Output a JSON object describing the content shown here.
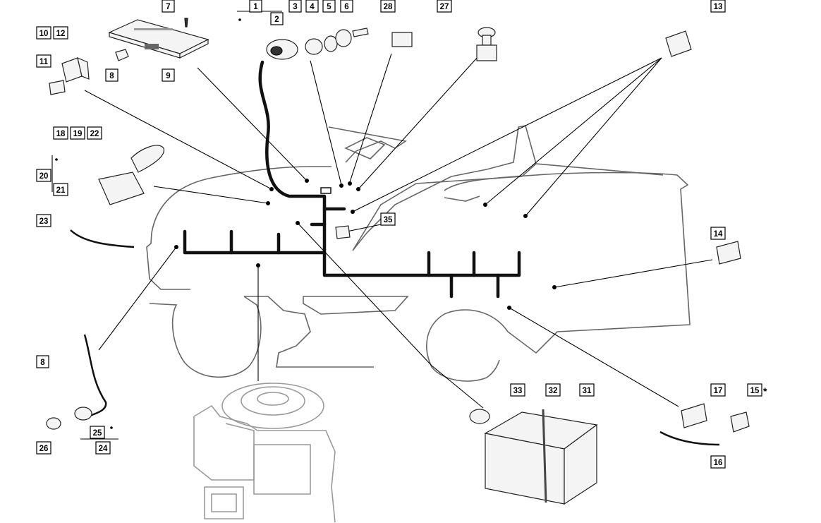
{
  "diagram": {
    "callouts": [
      {
        "id": "c1",
        "label": "1"
      },
      {
        "id": "c2",
        "label": "2"
      },
      {
        "id": "c3",
        "label": "3"
      },
      {
        "id": "c4",
        "label": "4"
      },
      {
        "id": "c5",
        "label": "5"
      },
      {
        "id": "c6",
        "label": "6"
      },
      {
        "id": "c7",
        "label": "7"
      },
      {
        "id": "c8a",
        "label": "8"
      },
      {
        "id": "c8b",
        "label": "8"
      },
      {
        "id": "c9",
        "label": "9"
      },
      {
        "id": "c10",
        "label": "10"
      },
      {
        "id": "c11",
        "label": "11"
      },
      {
        "id": "c12",
        "label": "12"
      },
      {
        "id": "c13",
        "label": "13"
      },
      {
        "id": "c14",
        "label": "14"
      },
      {
        "id": "c15",
        "label": "15"
      },
      {
        "id": "c16",
        "label": "16"
      },
      {
        "id": "c17",
        "label": "17"
      },
      {
        "id": "c18",
        "label": "18"
      },
      {
        "id": "c19",
        "label": "19"
      },
      {
        "id": "c20",
        "label": "20"
      },
      {
        "id": "c21",
        "label": "21"
      },
      {
        "id": "c22",
        "label": "22"
      },
      {
        "id": "c23",
        "label": "23"
      },
      {
        "id": "c24",
        "label": "24"
      },
      {
        "id": "c25",
        "label": "25"
      },
      {
        "id": "c26",
        "label": "26"
      },
      {
        "id": "c27",
        "label": "27"
      },
      {
        "id": "c28",
        "label": "28"
      },
      {
        "id": "c31",
        "label": "31"
      },
      {
        "id": "c32",
        "label": "32"
      },
      {
        "id": "c33",
        "label": "33"
      },
      {
        "id": "c35",
        "label": "35"
      }
    ],
    "asterisk": "*"
  }
}
